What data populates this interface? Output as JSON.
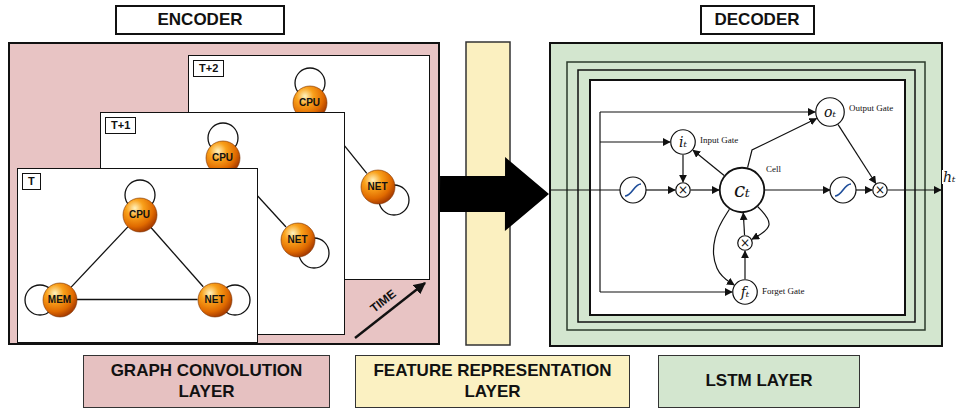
{
  "diagram": {
    "nodes": [
      {
        "text": [
          "ENCODER"
        ]
      },
      {
        "text": [
          "T+2"
        ],
        "in": 0
      },
      {
        "text": [
          "CPU"
        ],
        "in": 1
      },
      {
        "text": [
          "NET"
        ],
        "in": 1
      },
      {
        "text": [
          "T+1"
        ],
        "in": 0
      },
      {
        "text": [
          "CPU"
        ],
        "in": 4
      },
      {
        "text": [
          "NET"
        ],
        "in": 4
      },
      {
        "text": [
          "T"
        ],
        "in": 0
      },
      {
        "text": [
          "CPU"
        ],
        "in": 7
      },
      {
        "text": [
          "MEM"
        ],
        "in": 7
      },
      {
        "text": [
          "NET"
        ],
        "in": 7
      },
      {
        "text": [
          "DECODER"
        ]
      },
      {
        "text": [
          "iₜ",
          "Input Gate"
        ],
        "in": 11
      },
      {
        "text": [
          "oₜ",
          "Output Gate"
        ],
        "in": 11
      },
      {
        "text": [
          "×"
        ],
        "in": 11
      },
      {
        "text": [
          "cₜ",
          "Cell"
        ],
        "in": 11
      },
      {
        "text": [
          "×"
        ],
        "in": 11
      },
      {
        "text": [
          "×"
        ],
        "in": 11
      },
      {
        "text": [
          "fₜ",
          "Forget Gate"
        ],
        "in": 11
      },
      {
        "text": [
          "GRAPH CONVOLUTION LAYER"
        ]
      },
      {
        "text": [
          "FEATURE REPRESENTATION LAYER"
        ]
      },
      {
        "text": [
          "LSTM LAYER"
        ]
      }
    ],
    "edges": [
      {
        "from": 0,
        "to": 11,
        "arrow": "to"
      },
      {
        "from": 2,
        "to": 3,
        "arrow": "none"
      },
      {
        "from": 5,
        "to": 6,
        "arrow": "none"
      },
      {
        "from": 8,
        "to": 9,
        "arrow": "none"
      },
      {
        "from": 8,
        "to": 10,
        "arrow": "none"
      },
      {
        "from": 9,
        "to": 10,
        "arrow": "none"
      },
      {
        "from": 12,
        "to": 14,
        "arrow": "to"
      },
      {
        "from": 14,
        "to": 15,
        "arrow": "to"
      },
      {
        "from": 15,
        "to": 12,
        "arrow": "to"
      },
      {
        "from": 15,
        "to": 13,
        "arrow": "to"
      },
      {
        "from": 13,
        "to": 16,
        "arrow": "to"
      },
      {
        "from": 18,
        "to": 17,
        "arrow": "to"
      },
      {
        "from": 17,
        "to": 15,
        "arrow": "to"
      },
      {
        "from": 15,
        "to": 17,
        "arrow": "to"
      },
      {
        "from": 15,
        "to": 18,
        "arrow": "to"
      }
    ],
    "labels": [
      "TIME",
      "hₜ"
    ]
  }
}
